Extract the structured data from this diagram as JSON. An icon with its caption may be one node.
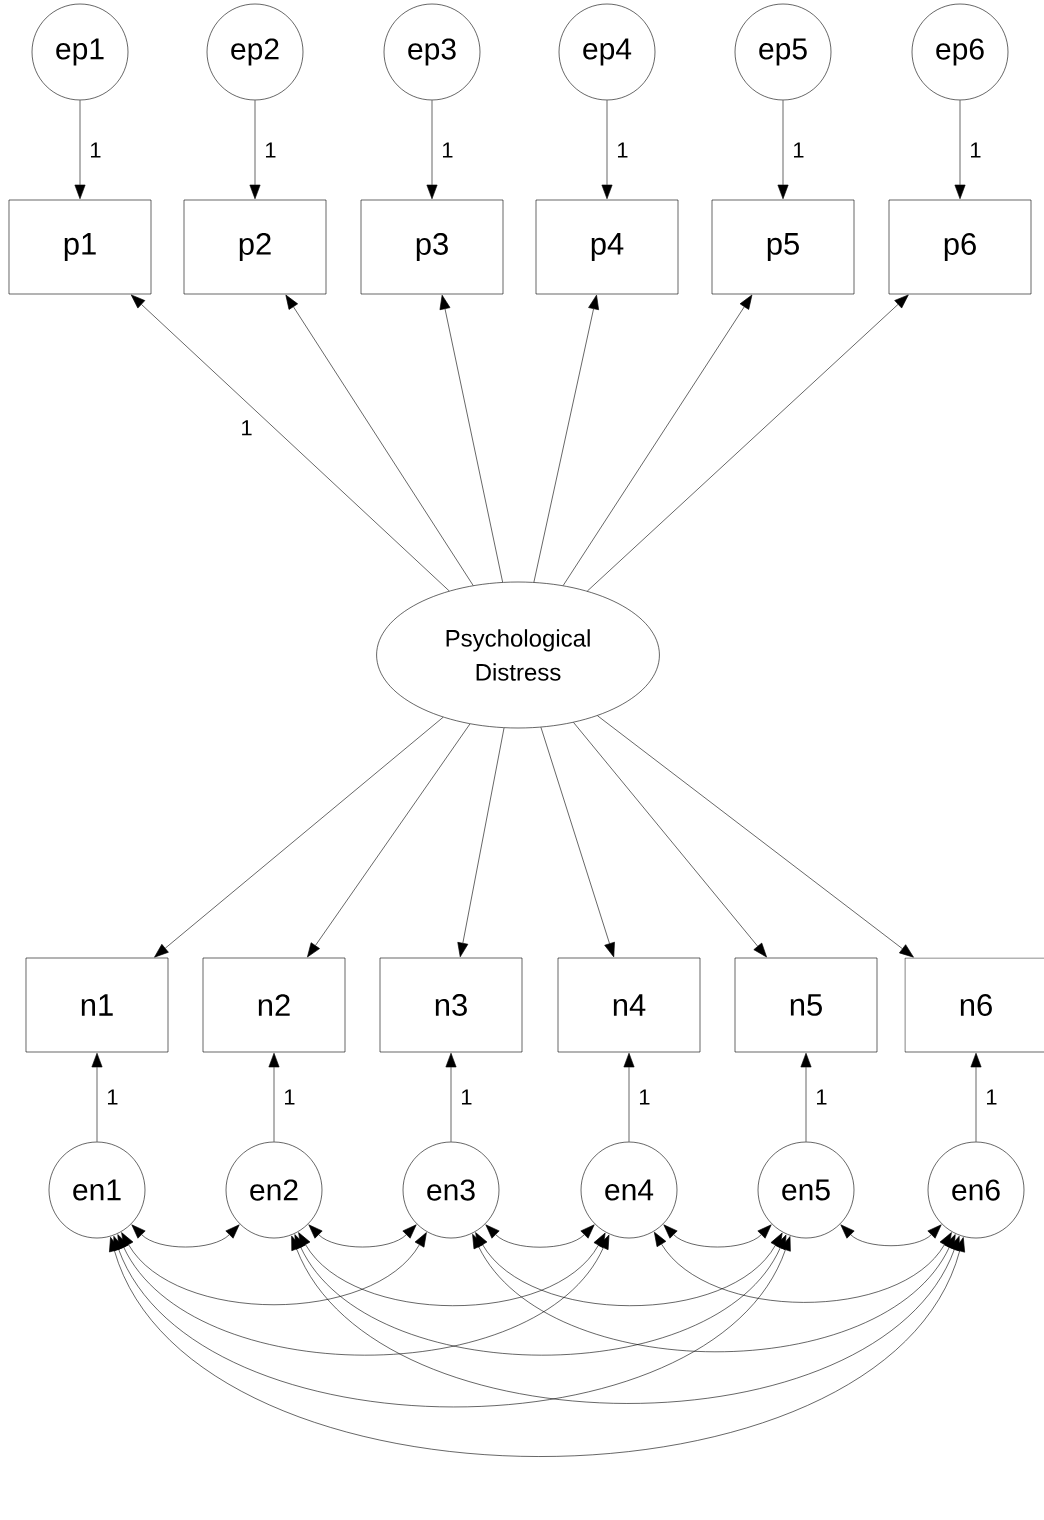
{
  "diagram": {
    "nodes": [
      {
        "text": [
          "ep1"
        ]
      },
      {
        "text": [
          "ep2"
        ]
      },
      {
        "text": [
          "ep3"
        ]
      },
      {
        "text": [
          "ep4"
        ]
      },
      {
        "text": [
          "ep5"
        ]
      },
      {
        "text": [
          "ep6"
        ]
      },
      {
        "text": [
          "p1"
        ]
      },
      {
        "text": [
          "p2"
        ]
      },
      {
        "text": [
          "p3"
        ]
      },
      {
        "text": [
          "p4"
        ]
      },
      {
        "text": [
          "p5"
        ]
      },
      {
        "text": [
          "p6"
        ]
      },
      {
        "text": [
          "Psychological Distress"
        ]
      },
      {
        "text": [
          "n1"
        ]
      },
      {
        "text": [
          "n2"
        ]
      },
      {
        "text": [
          "n3"
        ]
      },
      {
        "text": [
          "n4"
        ]
      },
      {
        "text": [
          "n5"
        ]
      },
      {
        "text": [
          "n6"
        ]
      },
      {
        "text": [
          "en1"
        ]
      },
      {
        "text": [
          "en2"
        ]
      },
      {
        "text": [
          "en3"
        ]
      },
      {
        "text": [
          "en4"
        ]
      },
      {
        "text": [
          "en5"
        ]
      },
      {
        "text": [
          "en6"
        ]
      }
    ],
    "edges": [
      {
        "from": 0,
        "to": 6,
        "arrow": "to",
        "label": "1"
      },
      {
        "from": 1,
        "to": 7,
        "arrow": "to",
        "label": "1"
      },
      {
        "from": 2,
        "to": 8,
        "arrow": "to",
        "label": "1"
      },
      {
        "from": 3,
        "to": 9,
        "arrow": "to",
        "label": "1"
      },
      {
        "from": 4,
        "to": 10,
        "arrow": "to",
        "label": "1"
      },
      {
        "from": 5,
        "to": 11,
        "arrow": "to",
        "label": "1"
      },
      {
        "from": 12,
        "to": 6,
        "arrow": "to",
        "label": "1"
      },
      {
        "from": 12,
        "to": 7,
        "arrow": "to"
      },
      {
        "from": 12,
        "to": 8,
        "arrow": "to"
      },
      {
        "from": 12,
        "to": 9,
        "arrow": "to"
      },
      {
        "from": 12,
        "to": 10,
        "arrow": "to"
      },
      {
        "from": 12,
        "to": 11,
        "arrow": "to"
      },
      {
        "from": 12,
        "to": 13,
        "arrow": "to"
      },
      {
        "from": 12,
        "to": 14,
        "arrow": "to"
      },
      {
        "from": 12,
        "to": 15,
        "arrow": "to"
      },
      {
        "from": 12,
        "to": 16,
        "arrow": "to"
      },
      {
        "from": 12,
        "to": 17,
        "arrow": "to"
      },
      {
        "from": 12,
        "to": 18,
        "arrow": "to"
      },
      {
        "from": 19,
        "to": 13,
        "arrow": "to",
        "label": "1"
      },
      {
        "from": 20,
        "to": 14,
        "arrow": "to",
        "label": "1"
      },
      {
        "from": 21,
        "to": 15,
        "arrow": "to",
        "label": "1"
      },
      {
        "from": 22,
        "to": 16,
        "arrow": "to",
        "label": "1"
      },
      {
        "from": 23,
        "to": 17,
        "arrow": "to",
        "label": "1"
      },
      {
        "from": 24,
        "to": 18,
        "arrow": "to",
        "label": "1"
      },
      {
        "from": 19,
        "to": 20,
        "arrow": "both"
      },
      {
        "from": 19,
        "to": 21,
        "arrow": "both"
      },
      {
        "from": 19,
        "to": 22,
        "arrow": "both"
      },
      {
        "from": 19,
        "to": 23,
        "arrow": "both"
      },
      {
        "from": 19,
        "to": 24,
        "arrow": "both"
      },
      {
        "from": 20,
        "to": 21,
        "arrow": "both"
      },
      {
        "from": 20,
        "to": 22,
        "arrow": "both"
      },
      {
        "from": 20,
        "to": 23,
        "arrow": "both"
      },
      {
        "from": 20,
        "to": 24,
        "arrow": "both"
      },
      {
        "from": 21,
        "to": 22,
        "arrow": "both"
      },
      {
        "from": 21,
        "to": 23,
        "arrow": "both"
      },
      {
        "from": 21,
        "to": 24,
        "arrow": "both"
      },
      {
        "from": 22,
        "to": 23,
        "arrow": "both"
      },
      {
        "from": 22,
        "to": 24,
        "arrow": "both"
      },
      {
        "from": 23,
        "to": 24,
        "arrow": "both"
      }
    ]
  }
}
